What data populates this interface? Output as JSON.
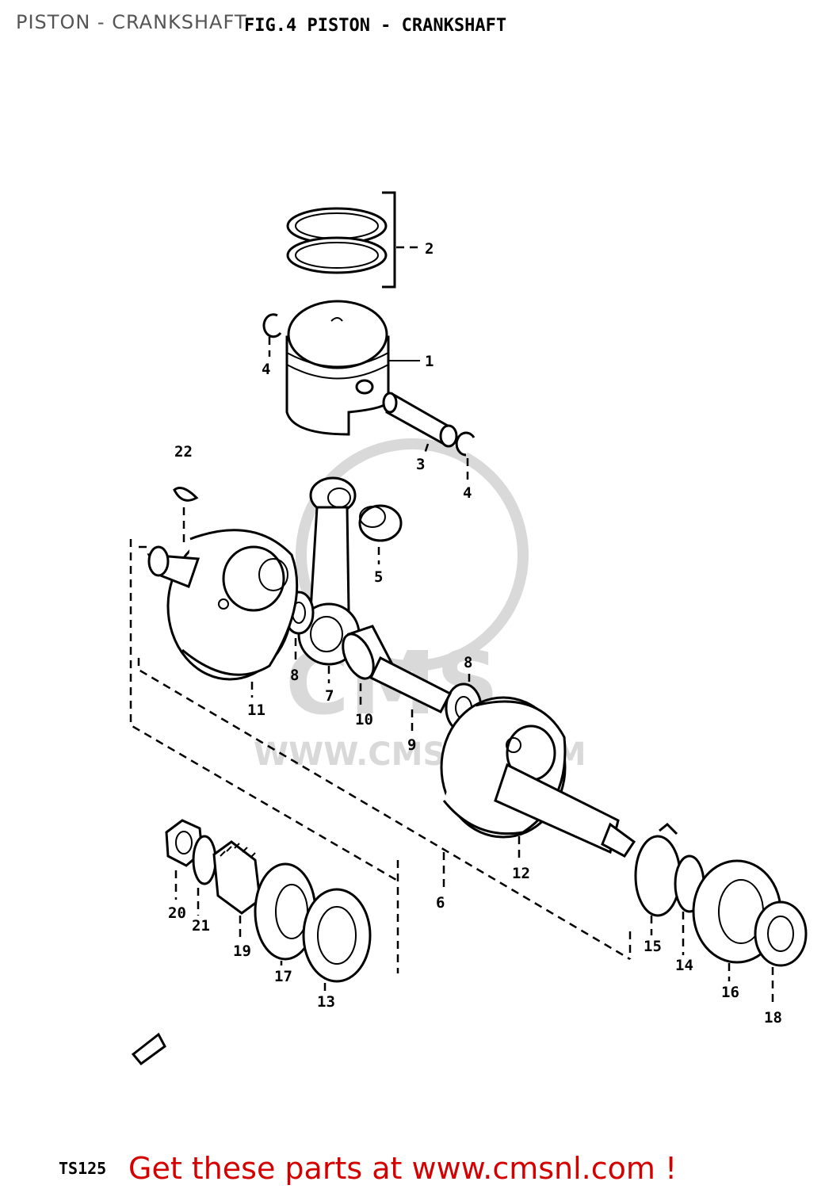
{
  "page": {
    "title": "PISTON - CRANKSHAFT"
  },
  "figure": {
    "title": "FIG.4  PISTON - CRANKSHAFT",
    "model": "TS125",
    "callouts": [
      "1",
      "2",
      "3",
      "4",
      "4",
      "5",
      "6",
      "7",
      "8",
      "8",
      "9",
      "10",
      "11",
      "12",
      "13",
      "14",
      "15",
      "16",
      "17",
      "18",
      "19",
      "20",
      "21",
      "22"
    ]
  },
  "watermark": {
    "brand": "CMS",
    "url": "WWW.CMSNL.COM"
  },
  "footer": {
    "cta": "Get these parts at www.cmsnl.com !"
  }
}
